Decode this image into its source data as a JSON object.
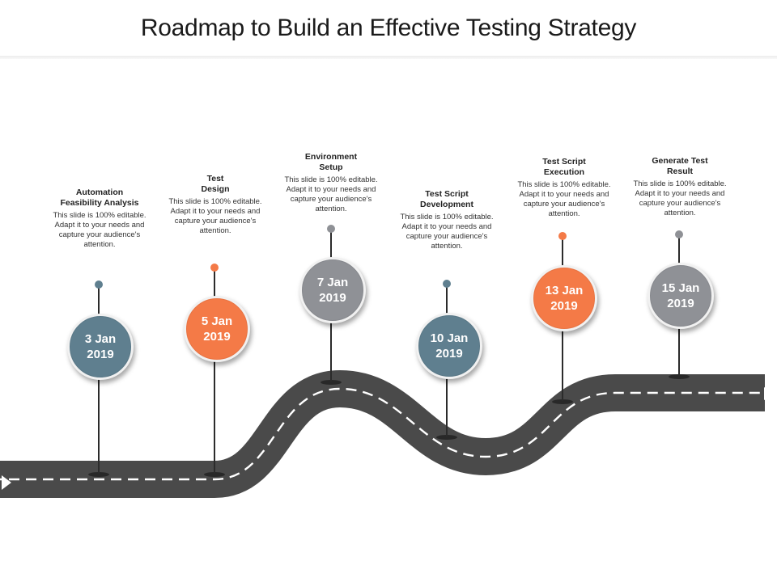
{
  "title": "Roadmap to Build an Effective Testing Strategy",
  "colors": {
    "slate": "#5f7f8f",
    "orange": "#f47a47",
    "gray": "#8f9196",
    "road": "#4a4a4a",
    "dash": "#ffffff"
  },
  "milestones": [
    {
      "date_line1": "3 Jan",
      "date_line2": "2019",
      "heading_line1": "Automation",
      "heading_line2": "Feasibility  Analysis",
      "description": "This slide is 100% editable.  Adapt it to your needs and capture your audience's attention.",
      "color": "slate"
    },
    {
      "date_line1": "5 Jan",
      "date_line2": "2019",
      "heading_line1": "Test",
      "heading_line2": "Design",
      "description": "This slide is 100% editable.  Adapt it to your needs and capture your audience's attention.",
      "color": "orange"
    },
    {
      "date_line1": "7 Jan",
      "date_line2": "2019",
      "heading_line1": "Environment",
      "heading_line2": "Setup",
      "description": "This slide is 100% editable.  Adapt it to your needs and capture your audience's attention.",
      "color": "gray"
    },
    {
      "date_line1": "10 Jan",
      "date_line2": "2019",
      "heading_line1": "Test Script",
      "heading_line2": "Development",
      "description": "This slide is 100% editable.  Adapt it to your needs and capture your audience's attention.",
      "color": "slate"
    },
    {
      "date_line1": "13 Jan",
      "date_line2": "2019",
      "heading_line1": "Test Script",
      "heading_line2": "Execution",
      "description": "This slide is 100% editable.  Adapt it to your needs and capture your audience's attention.",
      "color": "orange"
    },
    {
      "date_line1": "15 Jan",
      "date_line2": "2019",
      "heading_line1": "Generate Test",
      "heading_line2": "Result",
      "description": "This slide is 100% editable.  Adapt it to your needs and capture your audience's attention.",
      "color": "gray"
    }
  ]
}
